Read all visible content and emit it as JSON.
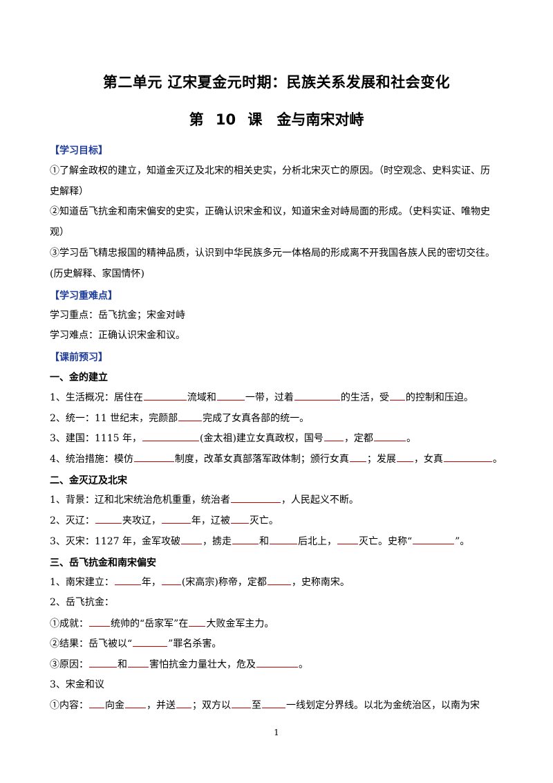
{
  "doc": {
    "unit_title": "第二单元 辽宋夏金元时期：民族关系发展和社会变化",
    "lesson_title": "第 10 课　金与南宋对峙",
    "goals_tag": "【学习目标】",
    "goal1a": "①了解金政权的建立，知道金灭辽及北宋的相关史实，分析北宋灭亡的原因。（时空观念、史料实证、历",
    "goal1b": "史解释）",
    "goal2a": "②知道岳飞抗金和南宋偏安的史实，正确认识宋金和议，知道宋金对峙局面的形成。（史料实证、唯物史",
    "goal2b": "观）",
    "goal3a": "③学习岳飞精忠报国的精神品质，认识到中华民族多元一体格局的形成离不开我国各族人民的密切交往。",
    "goal3b": "(历史解释、家国情怀)",
    "key_tag": "【学习重难点】",
    "key1": "学习重点：岳飞抗金；宋金对峙",
    "key2": "学习难点：正确认识宋金和议。",
    "preview_tag": "【课前预习】",
    "sec1": "一、金的建立",
    "s1_1": [
      "1、生活概况：居住在",
      "流域和",
      "一带，过着",
      "的生活，受",
      "的控制和压迫。"
    ],
    "s1_2": [
      "2、统一：11 世纪末，完颜部",
      "完成了女真各部的统一。"
    ],
    "s1_3": [
      "3、建国：1115 年，",
      "(金太祖)建立女真政权，国号",
      "，定都",
      "。"
    ],
    "s1_4": [
      "4、统治措施：模仿",
      "制度，改革女真部落军政体制；颁行女真",
      "；发展",
      "，女真",
      "。"
    ],
    "sec2": "二、金灭辽及北宋",
    "s2_1": [
      "1、背景：辽和北宋统治危机重重，统治者",
      "，人民起义不断。"
    ],
    "s2_2": [
      "2、灭辽：",
      "夹攻辽，",
      "年，辽被",
      "灭亡。"
    ],
    "s2_3": [
      "3、灭宋：1127 年，金军攻破",
      "，掳走",
      "和",
      "后北上，",
      "灭亡。史称“",
      "”。"
    ],
    "sec3": "三、岳飞抗金和南宋偏安",
    "s3_1": [
      "1、南宋建立：",
      "年，",
      "(宋高宗)称帝，定都",
      "，史称南宋。"
    ],
    "s3_2": "2、岳飞抗金：",
    "s3_3": [
      "①成就：",
      "统帅的“岳家军”在",
      "大败金军主力。"
    ],
    "s3_4": [
      "②结果：岳飞被以“",
      "”罪名杀害。"
    ],
    "s3_5": [
      "③原因：",
      "和",
      "害怕抗金力量壮大，危及",
      "。"
    ],
    "s3_6": "3、宋金和议",
    "s3_7": [
      "①内容：",
      "向金",
      "，并送",
      "；双方以",
      "至",
      "一线划定分界线。以北为金统治区，以南为宋"
    ],
    "page_number": "1"
  }
}
